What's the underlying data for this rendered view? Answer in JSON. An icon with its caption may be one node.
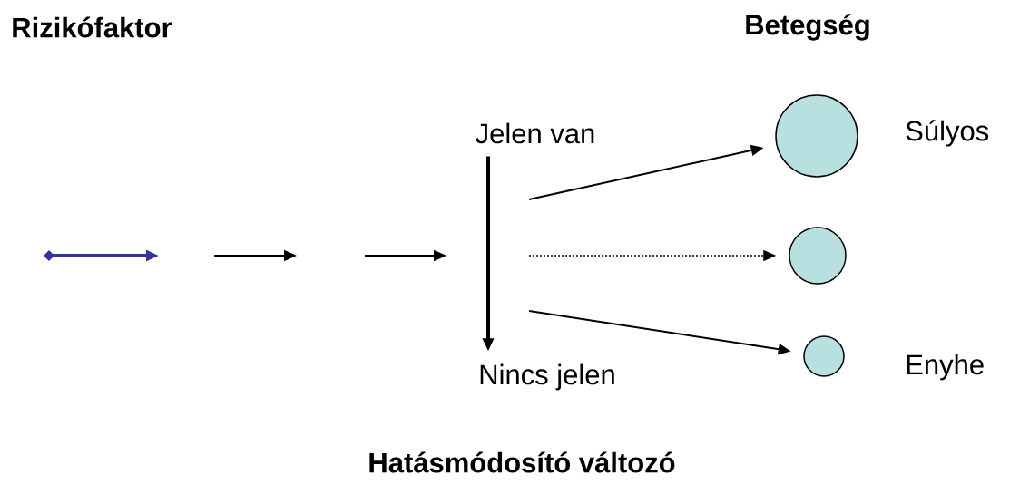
{
  "diagram": {
    "nodes": [
      {
        "text": [
          "Jelen van"
        ]
      },
      {
        "text": [
          "Nincs jelen"
        ]
      },
      {
        "text": [],
        "shape": "circle",
        "beside": [
          "Súlyos"
        ]
      },
      {
        "text": [],
        "shape": "circle"
      },
      {
        "text": [],
        "shape": "circle",
        "beside": [
          "Enyhe"
        ]
      }
    ],
    "edges": [
      {
        "from": 0,
        "to": 1,
        "arrow": "to",
        "style": "thick"
      },
      {
        "from": null,
        "to": 2,
        "arrow": "to"
      },
      {
        "from": null,
        "to": 3,
        "arrow": "to",
        "style": "dashed"
      },
      {
        "from": null,
        "to": 4,
        "arrow": "to"
      }
    ],
    "labels": [
      "Rizikófaktor",
      "Betegség",
      "Hatásmódosító változó"
    ]
  }
}
